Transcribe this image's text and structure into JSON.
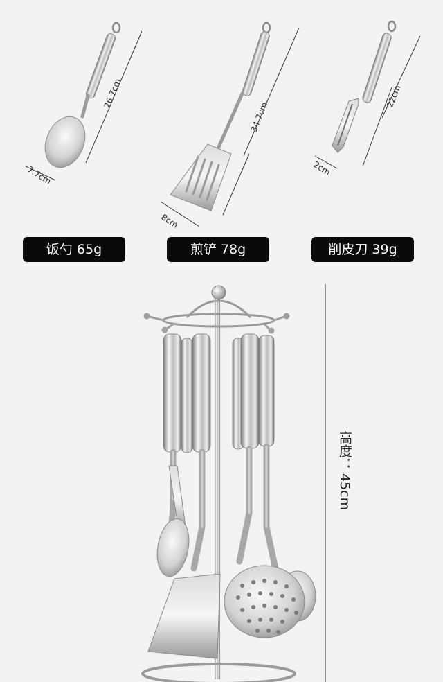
{
  "products": [
    {
      "name_weight": "饭勺 65g",
      "length": "26.7cm",
      "width": "7.7cm"
    },
    {
      "name_weight": "煎铲 78g",
      "length": "34.7cm",
      "width": "8cm"
    },
    {
      "name_weight": "削皮刀 39g",
      "length": "22cm",
      "width": "2cm"
    }
  ],
  "rack": {
    "height_label": "高度：",
    "height_value": "45cm"
  },
  "colors": {
    "background": "#f3f3f3",
    "badge": "#0a0a0a",
    "badge_text": "#ffffff",
    "steel_light": "#e6e6e6",
    "steel_dark": "#6f6f6f"
  }
}
